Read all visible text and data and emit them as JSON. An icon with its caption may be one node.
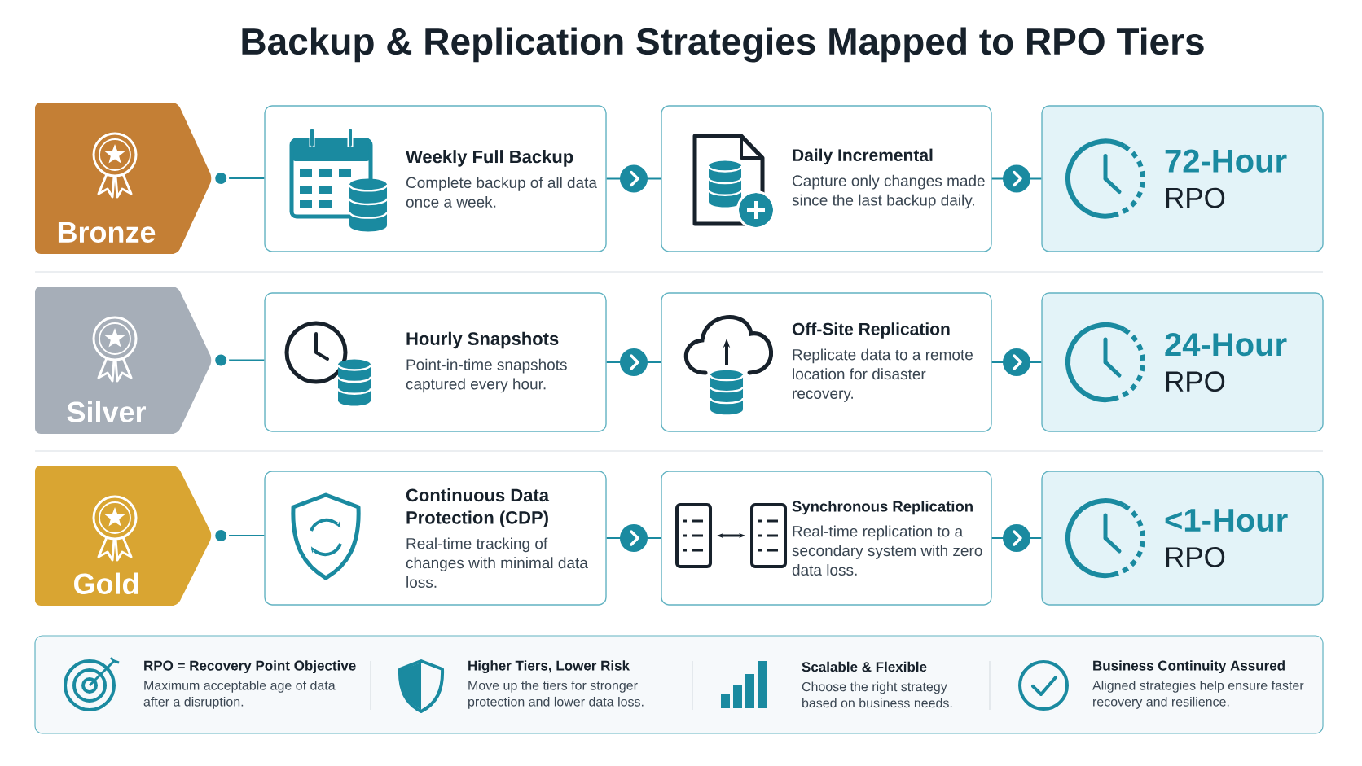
{
  "diagram": {
    "title": "Backup & Replication Strategies Mapped to RPO Tiers",
    "nodes": [
      {
        "text": [
          "Bronze"
        ]
      },
      {
        "text": [
          "Weekly Full Backup",
          "Complete backup of all data once a week."
        ]
      },
      {
        "text": [
          "Daily Incremental",
          "Capture only changes made since the last backup daily."
        ]
      },
      {
        "text": [
          "72-Hour",
          "RPO"
        ]
      },
      {
        "text": [
          "Silver"
        ]
      },
      {
        "text": [
          "Hourly Snapshots",
          "Point-in-time snapshots captured every hour."
        ]
      },
      {
        "text": [
          "Off-Site Replication",
          "Replicate data to a remote location for disaster recovery."
        ]
      },
      {
        "text": [
          "24-Hour",
          "RPO"
        ]
      },
      {
        "text": [
          "Gold"
        ]
      },
      {
        "text": [
          "Continuous Data Protection (CDP)",
          "Real-time tracking of changes with minimal data loss."
        ]
      },
      {
        "text": [
          "Synchronous Replication",
          "Real-time replication to a secondary system with zero data loss."
        ]
      },
      {
        "text": [
          "<1-Hour",
          "RPO"
        ]
      },
      {
        "text": [
          "RPO = Recovery Point Objective",
          "Maximum acceptable age of data after a disruption.",
          "Higher Tiers, Lower Risk",
          "Move up the tiers for stronger protection and lower data loss.",
          "Scalable & Flexible",
          "Choose the right strategy based on business needs.",
          "Business Continuity Assured",
          "Aligned strategies help ensure faster recovery and resilience."
        ]
      }
    ],
    "edges": [
      {
        "from": 0,
        "to": 1,
        "arrow": "other"
      },
      {
        "from": 1,
        "to": 2,
        "arrow": "to"
      },
      {
        "from": 2,
        "to": 3,
        "arrow": "to"
      },
      {
        "from": 4,
        "to": 5,
        "arrow": "other"
      },
      {
        "from": 5,
        "to": 6,
        "arrow": "to"
      },
      {
        "from": 6,
        "to": 7,
        "arrow": "to"
      },
      {
        "from": 8,
        "to": 9,
        "arrow": "other"
      },
      {
        "from": 9,
        "to": 10,
        "arrow": "to"
      },
      {
        "from": 10,
        "to": 11,
        "arrow": "to"
      }
    ]
  }
}
